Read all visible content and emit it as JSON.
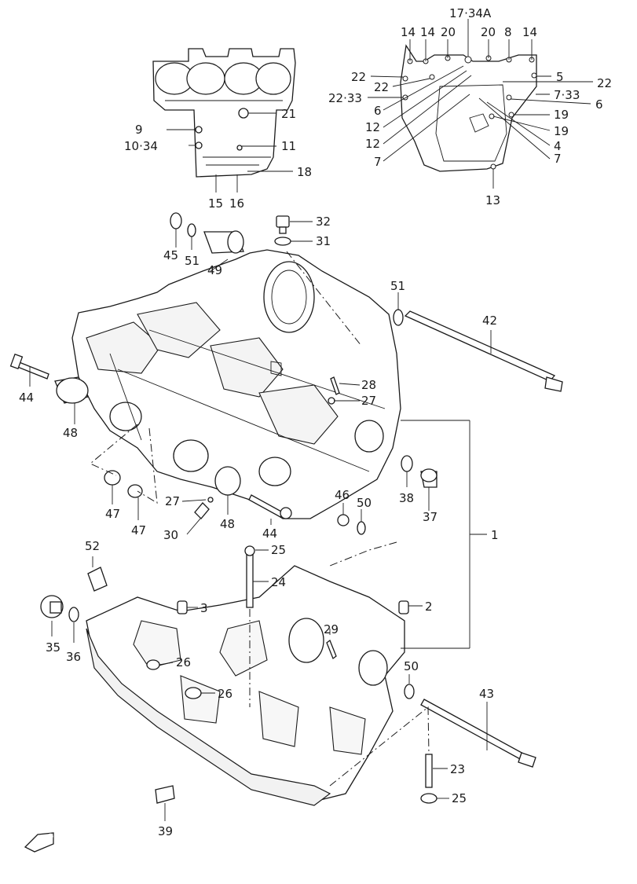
{
  "diagram": {
    "fwd_label": "FWD",
    "callouts": {
      "c17_34A": "17·34A",
      "c14a": "14",
      "c14b": "14",
      "c20a": "20",
      "c20b": "20",
      "c8": "8",
      "c14c": "14",
      "c22a": "22",
      "c22b": "22",
      "c22_33": "22·33",
      "c6a": "6",
      "c12a": "12",
      "c12b": "12",
      "c7a": "7",
      "c5": "5",
      "c22c": "22",
      "c7_33": "7·33",
      "c6b": "6",
      "c19a": "19",
      "c19b": "19",
      "c4": "4",
      "c7b": "7",
      "c13": "13",
      "c9": "9",
      "c10_34": "10·34",
      "c21": "21",
      "c11": "11",
      "c18": "18",
      "c15": "15",
      "c16": "16",
      "c32": "32",
      "c31": "31",
      "c45": "45",
      "c51a": "51",
      "c49": "49",
      "c51b": "51",
      "c42": "42",
      "c44a": "44",
      "c48a": "48",
      "c28": "28",
      "c27a": "27",
      "c38": "38",
      "c37": "37",
      "c46": "46",
      "c50a": "50",
      "c47a": "47",
      "c47b": "47",
      "c27b": "27",
      "c30": "30",
      "c48b": "48",
      "c44b": "44",
      "c1": "1",
      "c52": "52",
      "c25a": "25",
      "c24": "24",
      "c3": "3",
      "c2": "2",
      "c35": "35",
      "c36": "36",
      "c29": "29",
      "c26a": "26",
      "c26b": "26",
      "c50b": "50",
      "c43": "43",
      "c23": "23",
      "c25b": "25",
      "c39": "39"
    }
  }
}
